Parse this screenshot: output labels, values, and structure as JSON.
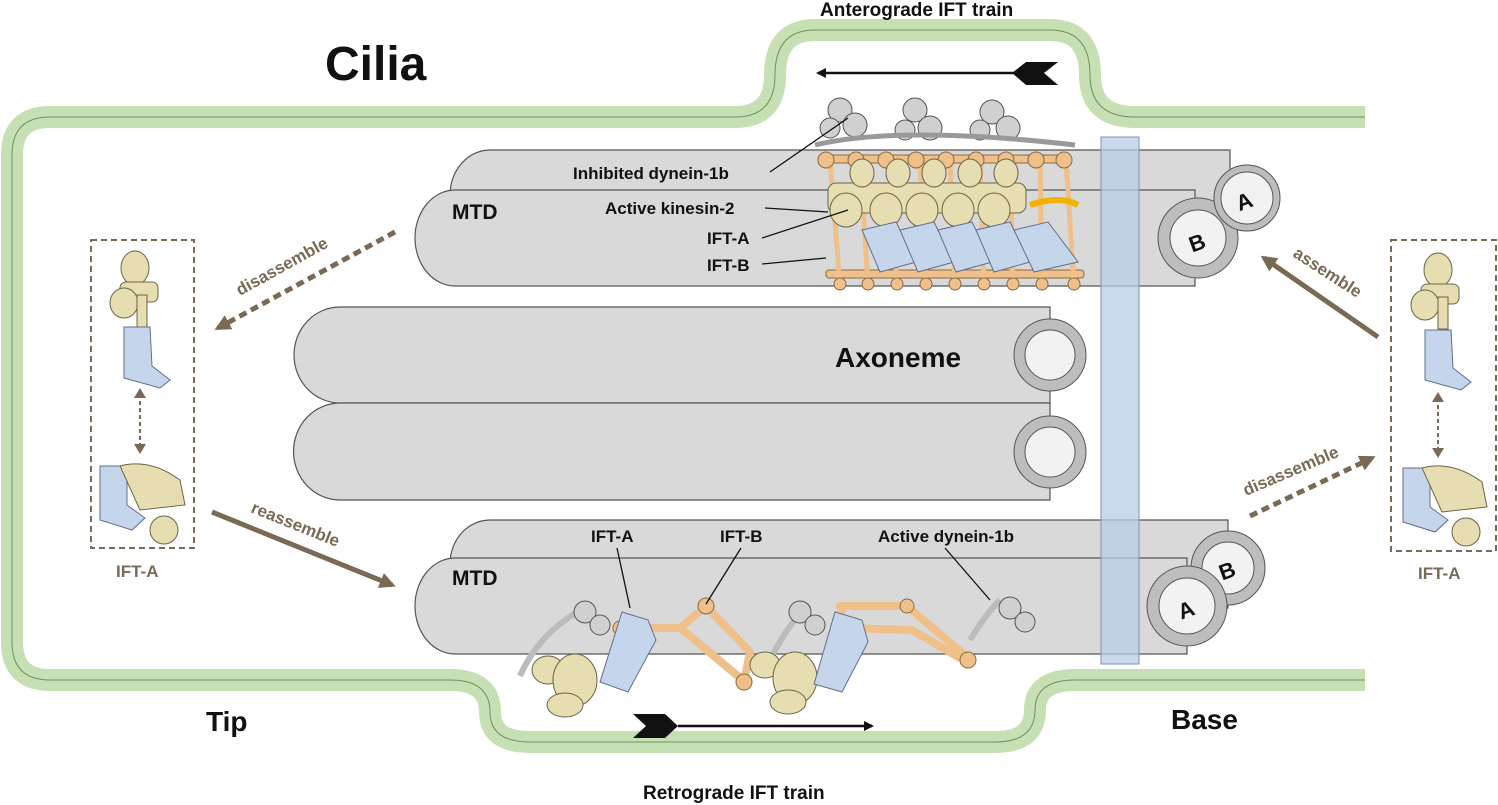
{
  "title": "Cilia",
  "labels": {
    "anterograde": "Anterograde IFT train",
    "retrograde": "Retrograde IFT train",
    "tip": "Tip",
    "base": "Base",
    "axoneme": "Axoneme",
    "mtd_top": "MTD",
    "mtd_bottom": "MTD",
    "inhibited_dynein": "Inhibited dynein-1b",
    "active_kinesin": "Active kinesin-2",
    "ift_a_top": "IFT-A",
    "ift_b_top": "IFT-B",
    "ift_a_bottom": "IFT-A",
    "ift_b_bottom": "IFT-B",
    "active_dynein": "Active dynein-1b",
    "disassemble_left": "disassemble",
    "reassemble": "reassemble",
    "assemble": "assemble",
    "disassemble_right": "disassemble",
    "ift_a_left_box": "IFT-A",
    "ift_a_right_box": "IFT-A",
    "tubule_a_top": "A",
    "tubule_b_top": "B",
    "tubule_a_bottom": "A",
    "tubule_b_bottom": "B"
  },
  "colors": {
    "membrane": "#c6e0b4",
    "microtubule": "#d9d9d9",
    "ift_a": "#e6ddb0",
    "ift_b": "#c5d6ec",
    "dynein": "#d0d0d0",
    "kinesin": "#f0c08a",
    "arrow_brown": "#7a6a55",
    "transition_zone": "#b8cde6"
  }
}
